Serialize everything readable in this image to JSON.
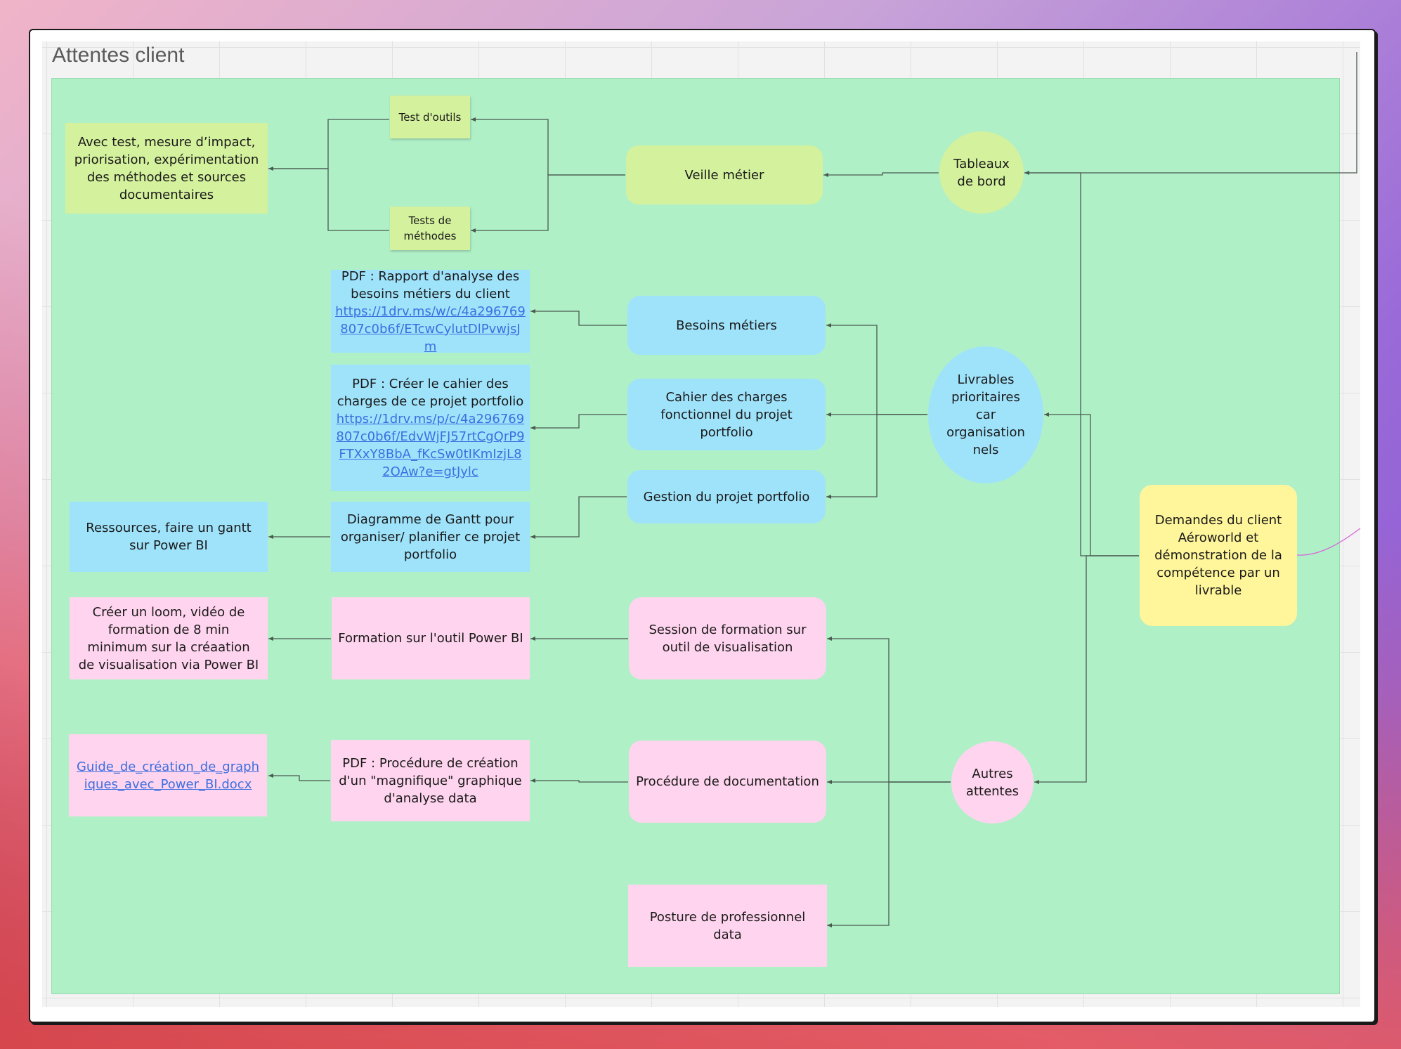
{
  "board": {
    "title": "Attentes client"
  },
  "nodes": {
    "demandes": "Demandes du  client Aéroworld et démonstration  de la compétence  par un livrable",
    "tableaux": "Tableaux de bord",
    "livrables": "Livrables prioritaires car organisation nels",
    "autres": "Autres attentes",
    "veille": "Veille métier",
    "test_outils": "Test d'outils",
    "tests_methodes": "Tests de méthodes",
    "avec_test": "Avec test, mesure  d’impact, priorisation,  expérimentation des  méthodes et sources documentaires",
    "besoins": "Besoins métiers",
    "cahier": "Cahier des charges fonctionnel du projet portfolio",
    "gestion": "Gestion du projet portfolio",
    "pdf_rapport_text": "PDF : Rapport d'analyse  des besoins métiers du  client",
    "pdf_rapport_link": "https://1drv.ms/w/c/4a296769807c0b6f/ETcwCylutDlPvwjsJm",
    "pdf_cahier_text": "PDF : Créer le cahier des charges de ce  projet portfolio",
    "pdf_cahier_link": "https://1drv.ms/p/c/4a296769807c0b6f/EdvWjFJ57rtCgQrP9FTXxY8BbA_fKcSw0tIKmIzjL82OAw?e=gtJylc",
    "gantt": "Diagramme de Gantt pour organiser/ planifier ce  projet portfolio",
    "ressources": "Ressources, faire un gantt sur Power BI",
    "session": "Session de formation sur outil de visualisation",
    "formation": "Formation sur l'outil Power BI",
    "loom": "Créer un loom, vidéo de formation de 8 min minimum sur la créaation de visualisation via Power BI",
    "procedure": "Procédure de documentation",
    "pdf_procedure": "PDF : Procédure de  création d'un  \"magnifique\" graphique d'analyse data",
    "guide_link": "Guide_de_création_de_graphiques_avec_Power_BI.docx",
    "posture": "Posture de professionnel data"
  },
  "colors": {
    "area": "#aff0c7",
    "lime": "#d4f19d",
    "blue": "#9fe3fb",
    "pink": "#ffd4ee",
    "yellow": "#fff59a",
    "connector": "#4a5a50",
    "link": "#3b6fe0"
  }
}
